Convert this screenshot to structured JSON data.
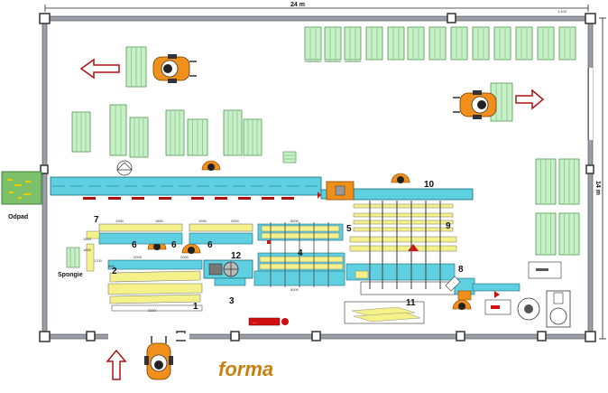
{
  "plan": {
    "width_label": "24 m",
    "height_label": "14 m",
    "corner_label": "1:100"
  },
  "labels": {
    "odpad": "Odpad",
    "spongie": "Spongie",
    "brand": "forma",
    "machine_tag": "..."
  },
  "station_numbers": [
    "1",
    "2",
    "3",
    "4",
    "5",
    "6",
    "6",
    "6",
    "7",
    "8",
    "9",
    "10",
    "11",
    "12"
  ],
  "dims": [
    "1950",
    "1850",
    "2000",
    "1950",
    "2000",
    "2000",
    "5000",
    "6500",
    "2300",
    "1900",
    "1800",
    "1700",
    "800"
  ],
  "colors": {
    "conveyor": "#5fd0e0",
    "rack": "#c8f0c8",
    "rack_stroke": "#3a8a3a",
    "wall": "#9aa0a8",
    "board": "#f4f08a",
    "arrow": "#b01010",
    "orange": "#f0901a",
    "steel": "#555555"
  }
}
